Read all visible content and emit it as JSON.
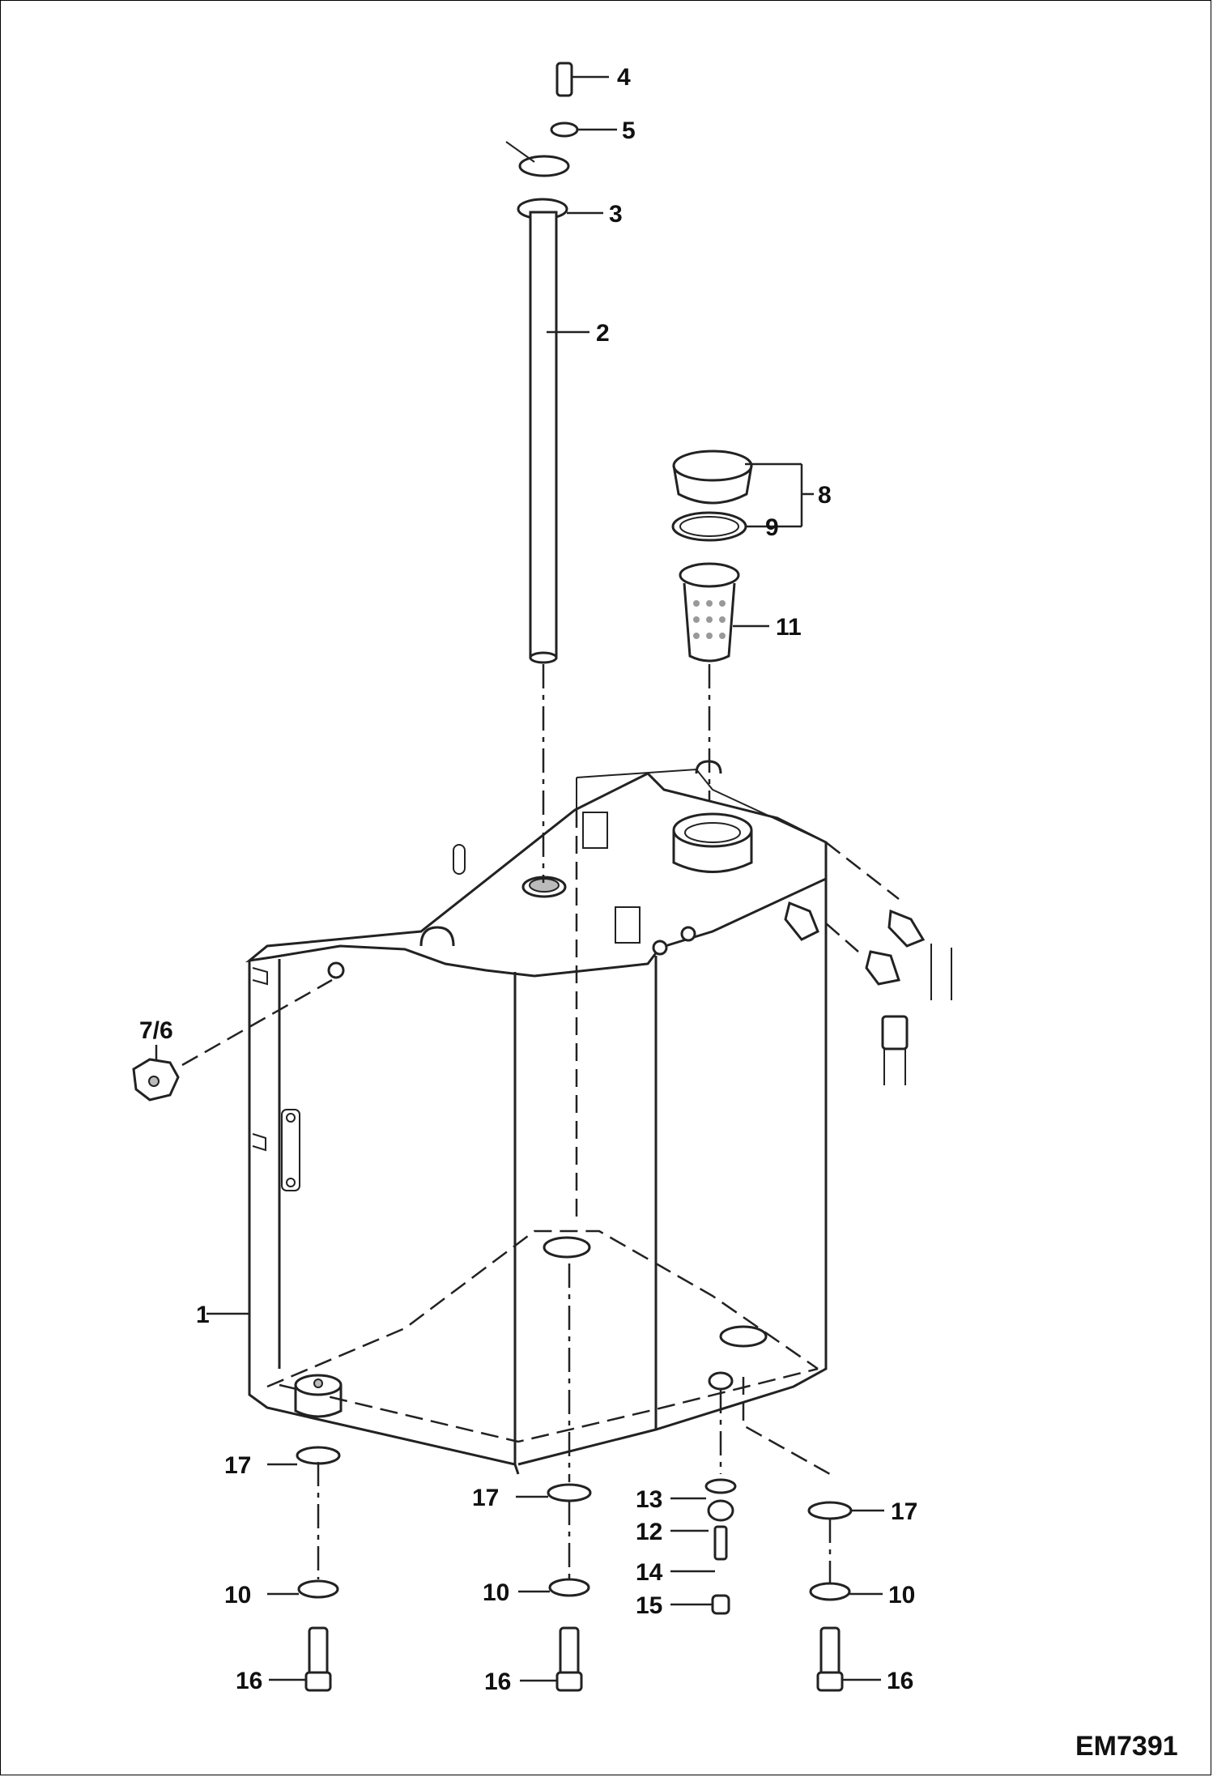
{
  "drawing_code": "EM7391",
  "labels": {
    "p1": "1",
    "p2": "2",
    "p3": "3",
    "p4": "4",
    "p5": "5",
    "p76": "7/6",
    "p8": "8",
    "p9": "9",
    "p10a": "10",
    "p10b": "10",
    "p10c": "10",
    "p11": "11",
    "p12": "12",
    "p13": "13",
    "p14": "14",
    "p15": "15",
    "p16a": "16",
    "p16b": "16",
    "p16c": "16",
    "p17a": "17",
    "p17b": "17",
    "p17c": "17"
  }
}
